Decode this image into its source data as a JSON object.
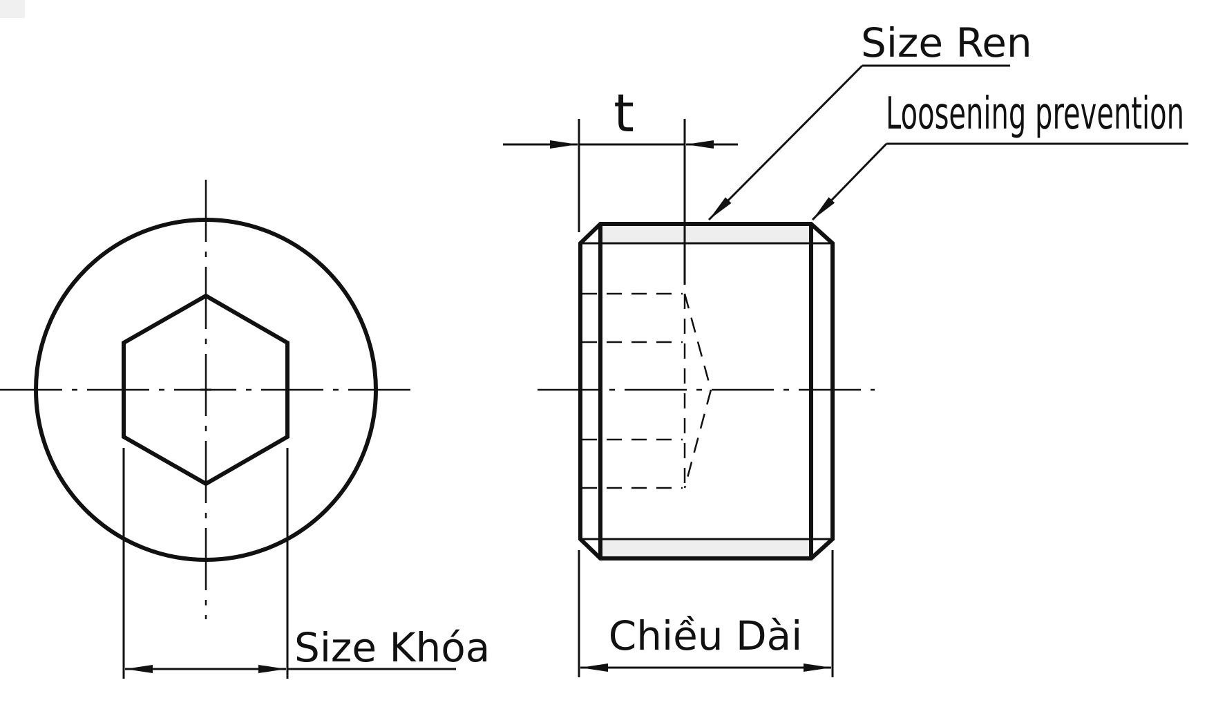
{
  "labels": {
    "thread_size": "Size Ren",
    "loosening_prevention": "Loosening prevention",
    "thread_depth": "t",
    "hex_key_size": "Size Khóa",
    "length": "Chiều Dài"
  },
  "colors": {
    "line": "#111111",
    "fill_band": "#eeeeee",
    "background": "#ffffff"
  }
}
